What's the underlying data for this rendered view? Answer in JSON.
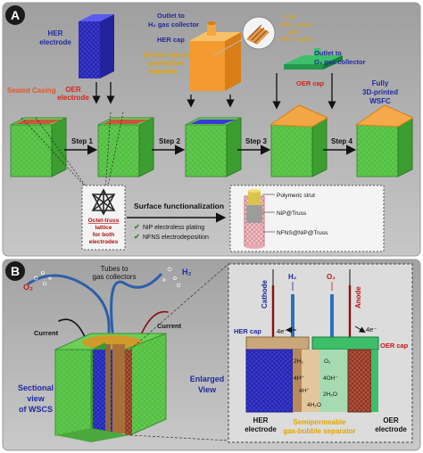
{
  "panel_a": {
    "letter": "A",
    "outlet_h2": [
      "Outlet to",
      "H₂ gas collector"
    ],
    "her_electrode": [
      "HER",
      "electrode"
    ],
    "her_cap": "HER cap",
    "separator": [
      "Semipermeable",
      "gas-bubble",
      "separator"
    ],
    "solid_callout": [
      "Solid",
      "300 μm mesh",
      "and",
      "300 μm pores"
    ],
    "outlet_o2": [
      "Outlet to",
      "O₂ gas collector"
    ],
    "oer_cap": "OER cap",
    "fully_printed": [
      "Fully",
      "3D-printed",
      "WSFC"
    ],
    "sealed_casing": "Sealed Casing",
    "oer_electrode": [
      "OER",
      "electrode"
    ],
    "steps": [
      "Step 1",
      "Step 2",
      "Step 3",
      "Step 4"
    ],
    "lattice_label": [
      "Octet-truss",
      "lattice",
      "for both",
      "electrodes"
    ],
    "surface_title": "Surface functionalization",
    "check_items": [
      "NiP electroless plating",
      "NFNS electrodeposition"
    ],
    "strut_labels": [
      "Polymeric strut",
      "NiP@Truss",
      "NFNS@NiP@Truss"
    ]
  },
  "panel_b": {
    "letter": "B",
    "tubes": [
      "Tubes to",
      "gas collectors"
    ],
    "o2": "O₂",
    "h2": "H₂",
    "current_left": "Current",
    "current_right": "Current",
    "sectional": [
      "Sectional",
      "view",
      "of WSCS"
    ],
    "enlarged": [
      "Enlarged",
      "View"
    ],
    "cathode": "Cathode",
    "anode": "Anode",
    "h2_inset": "H₂",
    "o2_inset": "O₂",
    "electron_left": "4e⁻",
    "electron_right": "4e⁻",
    "her_cap": "HER cap",
    "oer_cap": "OER cap",
    "her_electrode": [
      "HER",
      "electrode"
    ],
    "oer_electrode": [
      "OER",
      "electrode"
    ],
    "separator": [
      "Semipermeable",
      "gas-bubble separator"
    ],
    "reactions_left": [
      "2H₂",
      "4H⁺",
      "4H⁺"
    ],
    "reactions_right": [
      "O₂",
      "4OH⁻",
      "2H₂O"
    ],
    "center_water": "4H₂O"
  },
  "colors": {
    "panel_bg": "#b4b4b4",
    "casing_green": "#5cc24a",
    "casing_dark": "#3c8f33",
    "her_blue": "#3434d6",
    "separator_orange": "#f3a645",
    "oer_red": "#c7573a",
    "title_blue": "#1f2aa0",
    "separator_text": "#e1a400",
    "oer_text": "#d0261c",
    "sealed_text": "#e05a2b"
  }
}
